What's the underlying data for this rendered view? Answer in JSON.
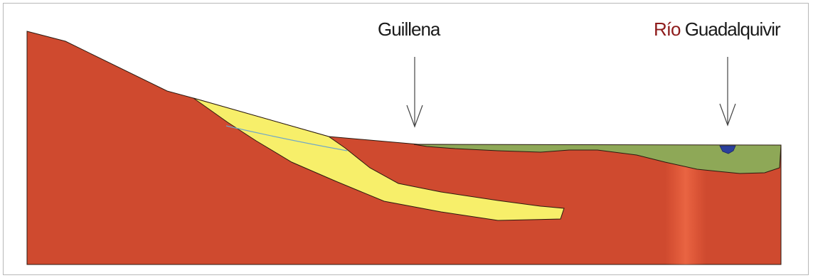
{
  "labels": {
    "town": "Guillena",
    "river_prefix": "Río",
    "river_name": "Guadalquivir"
  },
  "colors": {
    "bedrock": "#cf4a2f",
    "yellow_layer": "#f7ef6a",
    "green_layer": "#8ea857",
    "water": "#2a3f9c",
    "outline": "#2b1a10",
    "water_table": "#6fa7c9",
    "arrow": "#444444",
    "river_label": "#8e1b1b"
  },
  "icons": {
    "town_marker": "down-arrow-icon",
    "river_marker": "down-arrow-icon"
  }
}
